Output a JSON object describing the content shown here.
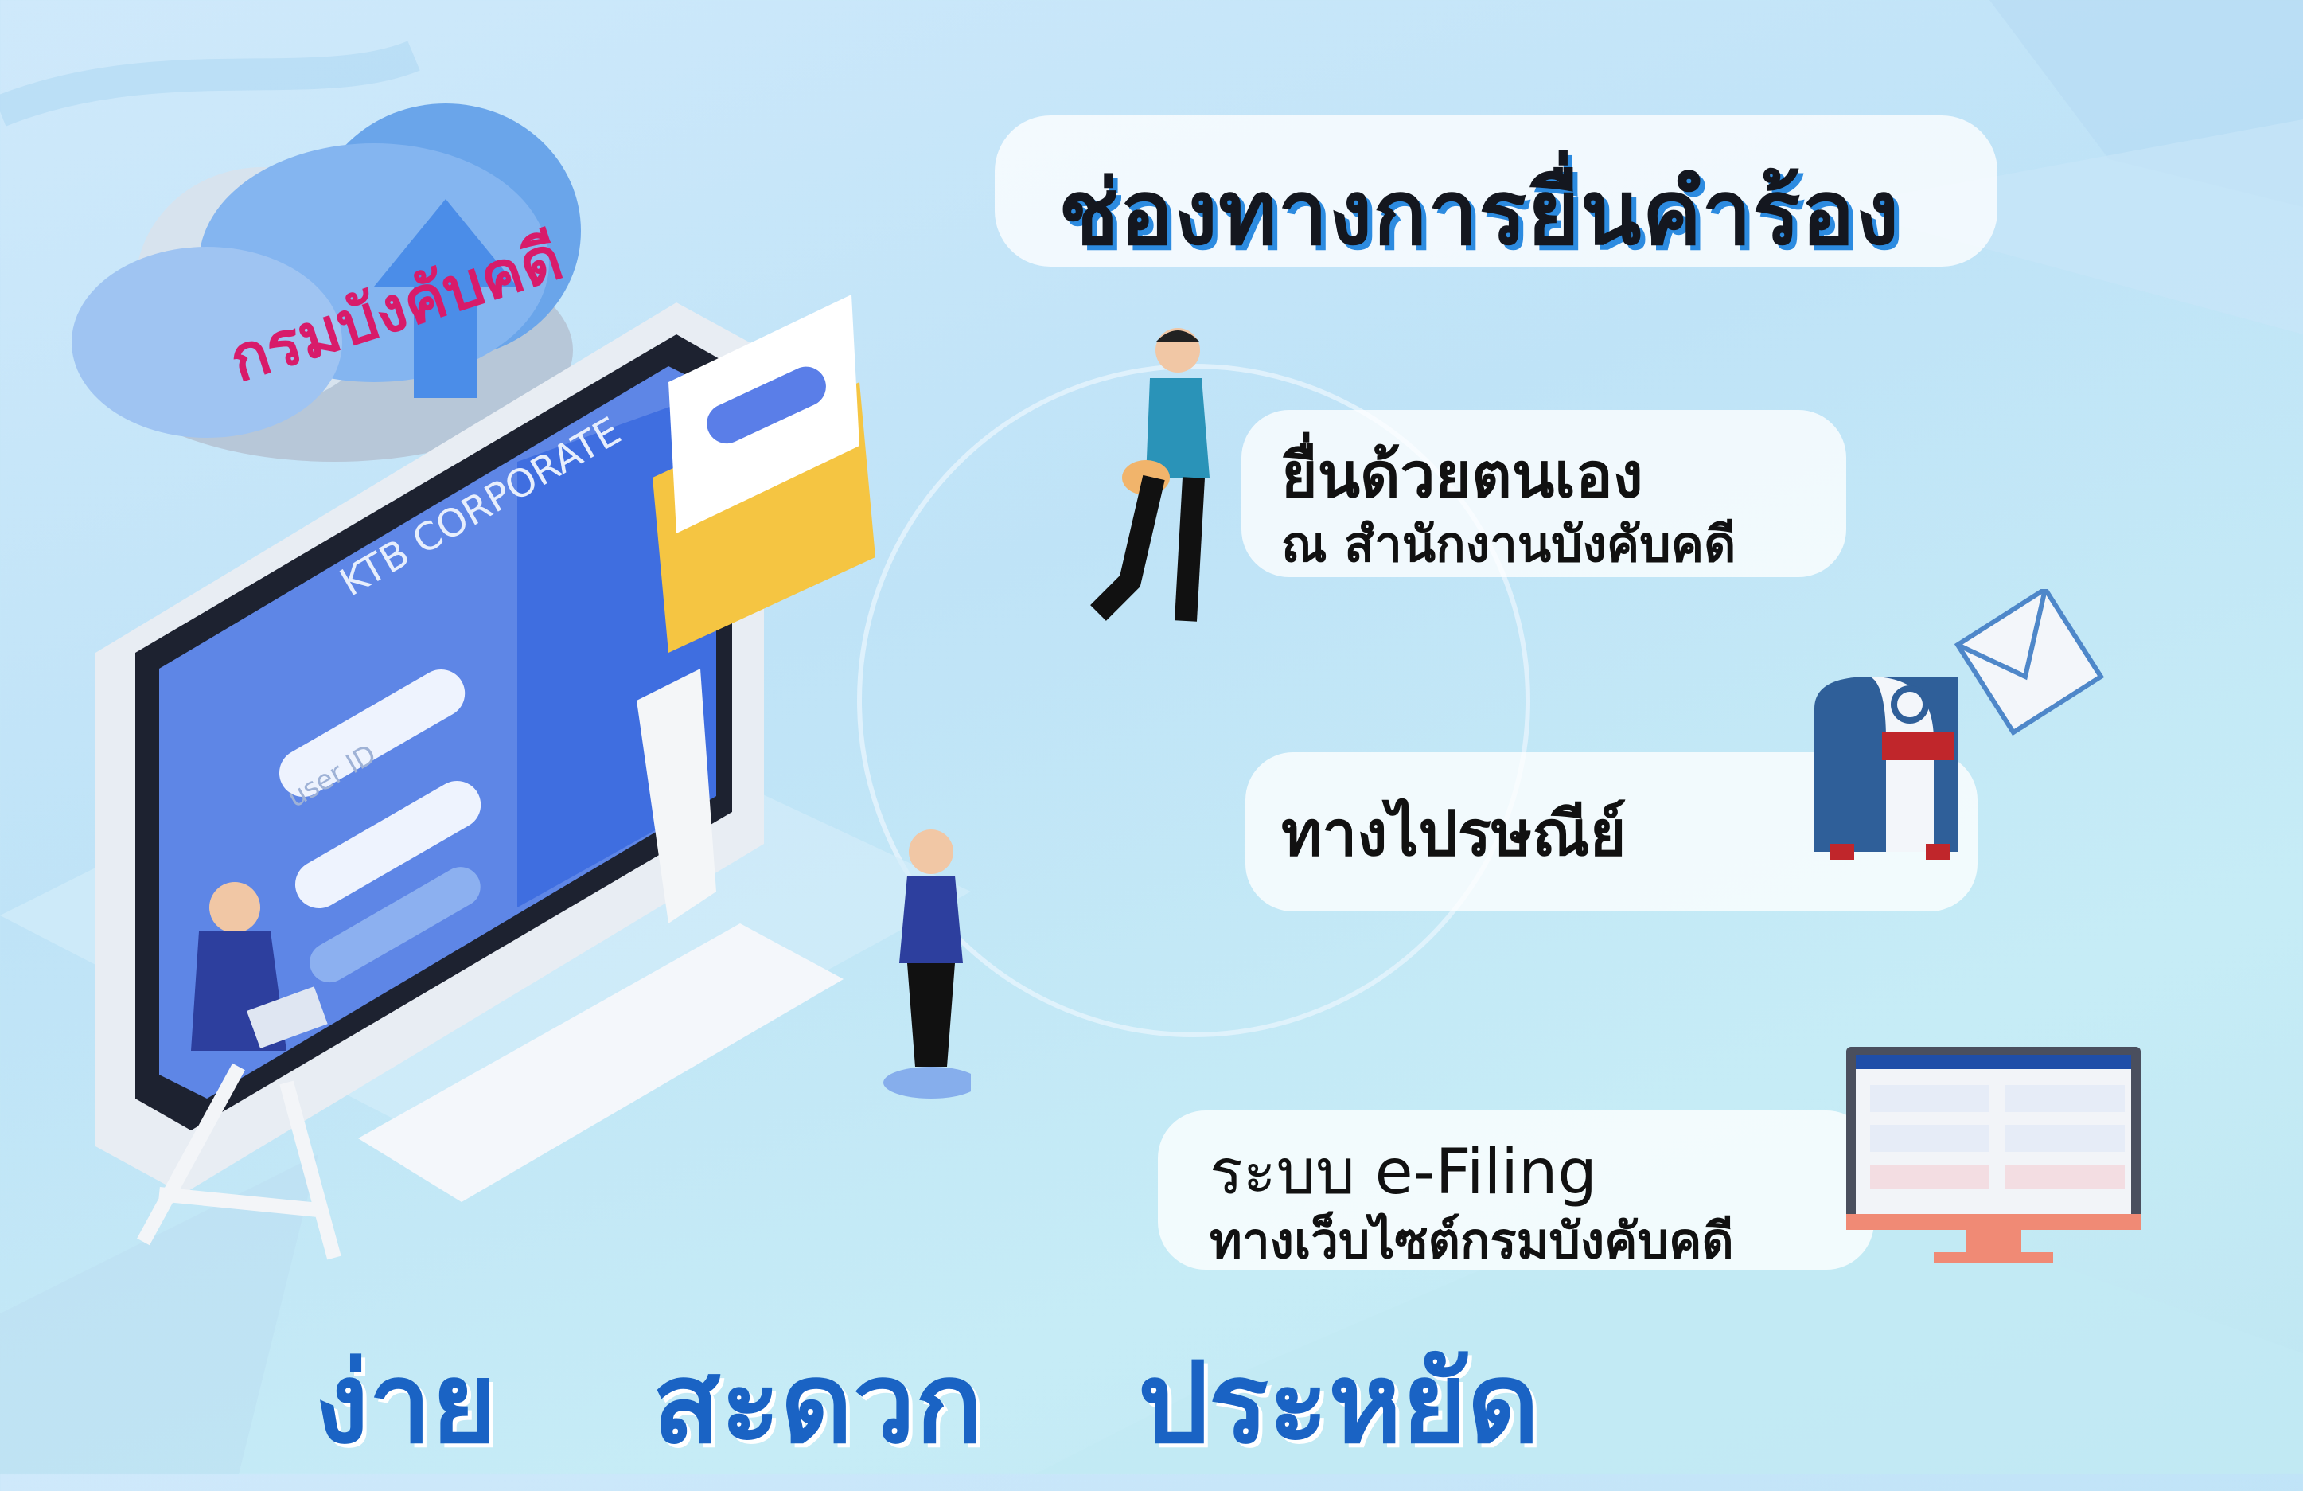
{
  "header": {
    "title": "ช่องทางการยื่นคำร้อง"
  },
  "illustration": {
    "cloud_label": "กรมบังคับคดี",
    "screen_label": "KTB CORPORATE",
    "login_placeholder": "user ID"
  },
  "channels": [
    {
      "title": "ยื่นด้วยตนเอง",
      "subtitle": "ณ สำนักงานบังคับคดี"
    },
    {
      "title": "ทางไปรษณีย์"
    },
    {
      "title": "ระบบ e-Filing",
      "subtitle": "ทางเว็บไซต์กรมบังคับคดี"
    }
  ],
  "slogans": [
    "ง่าย",
    "สะดวก",
    "ประหยัด"
  ],
  "colors": {
    "accent": "#1a63c4",
    "title_shadow": "#2c8be0",
    "cloud_text": "#d81b6a",
    "envelope": "#f5c542"
  },
  "icons": [
    "cloud-upload-icon",
    "envelope-icon",
    "mailbox-icon",
    "monitor-icon",
    "walking-man-icon"
  ]
}
